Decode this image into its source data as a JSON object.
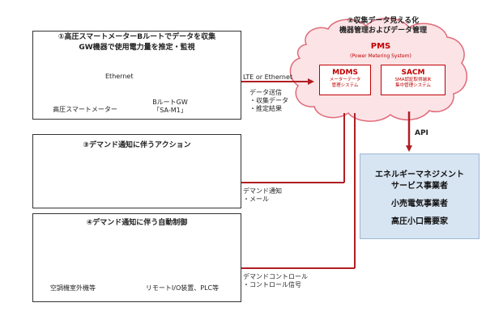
{
  "section1": {
    "title_line1": "①高圧スマートメーターBルートでデータを収集",
    "title_line2": "GW機器で使用電力量を推定・監視"
  },
  "section2": {
    "title_line1": "②収集データ見える化",
    "title_line2": "機器管理およびデータ管理"
  },
  "section3": {
    "title": "③デマンド通知に伴うアクション"
  },
  "section4": {
    "title": "④デマンド通知に伴う自動制御"
  },
  "meter": {
    "label": "高圧スマートメーター"
  },
  "gateway": {
    "label_line1": "BルートGW",
    "label_line2": "「SA-M1」"
  },
  "link_ethernet": "Ethernet",
  "link_lte": "LTE or Ethernet",
  "data_send": {
    "line1": "データ送信",
    "line2": "・収集データ",
    "line3": "・推定結果"
  },
  "pms": {
    "title": "PMS",
    "subtitle": "(Power Metering System)",
    "mdms": {
      "title": "MDMS",
      "line1": "メーターデータ",
      "line2": "管理システム"
    },
    "sacm": {
      "title": "SACM",
      "line1": "SMA認証取得端末",
      "line2": "集中管理システム"
    }
  },
  "api_label": "API",
  "operators": {
    "line1": "エネルギーマネジメント",
    "line2": "サービス事業者",
    "line3": "小売電気事業者",
    "line4": "高圧小口需要家"
  },
  "demand_notice": {
    "line1": "デマンド通知",
    "line2": "・メール"
  },
  "demand_control": {
    "line1": "デマンドコントロール",
    "line2": "・コントロール信号"
  },
  "remote_io": {
    "label": "リモートI/O装置、PLC等"
  },
  "outdoor_unit": {
    "label": "空調機室外機等"
  },
  "colors": {
    "red_arrow": "#b01e23",
    "green_arrow": "#2e9e3e",
    "cloud_fill": "#fbe3e6",
    "cloud_stroke": "#e06a78",
    "blue_box": "#d7e4f2"
  }
}
